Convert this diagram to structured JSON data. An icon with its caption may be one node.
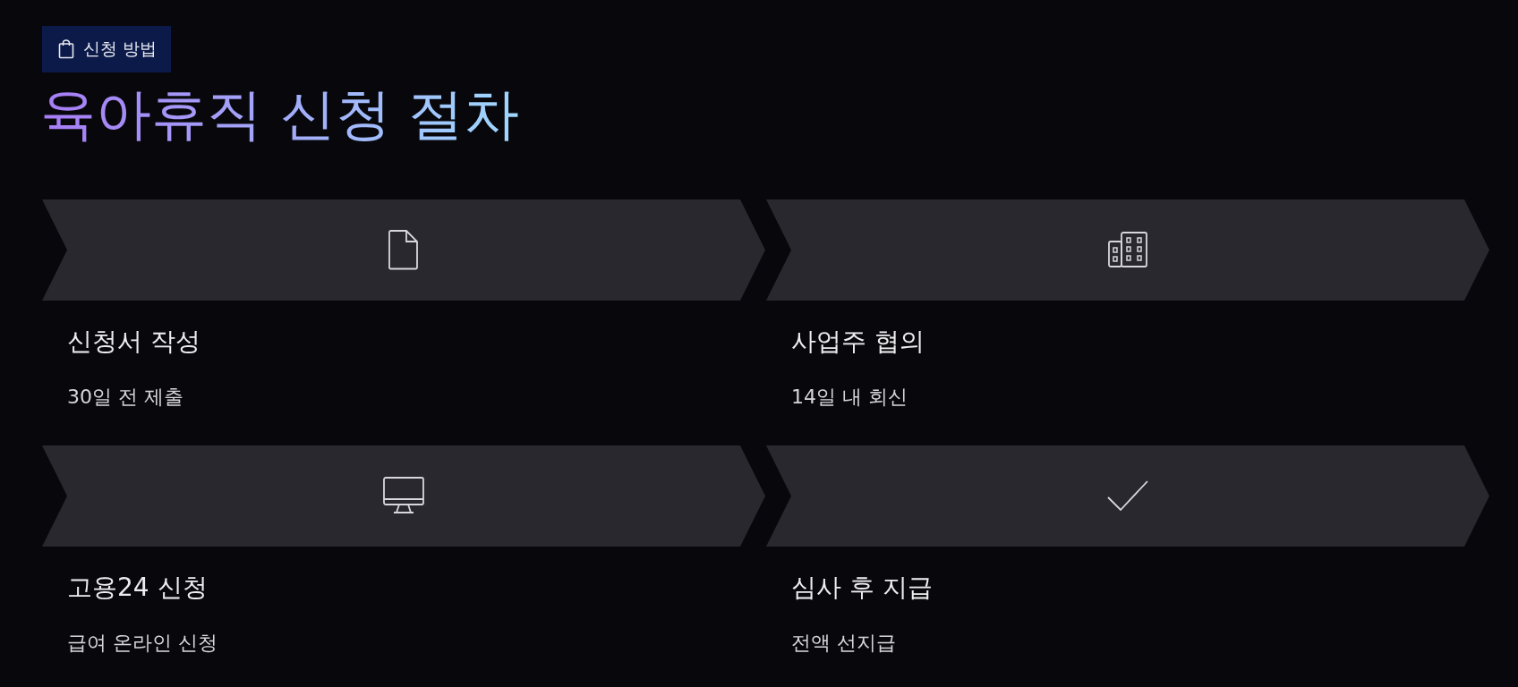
{
  "diagram": {
    "title": "육아휴직 신청 절차",
    "nodes": [
      {
        "text": [
          "신청서 작성",
          "30일 전 제출"
        ]
      },
      {
        "text": [
          "사업주 협의",
          "14일 내 회신"
        ]
      },
      {
        "text": [
          "고용24 신청",
          "급여 온라인 신청"
        ]
      },
      {
        "text": [
          "심사 후 지급",
          "전액 선지급"
        ]
      }
    ],
    "edges": [],
    "labels": [
      "신청 방법"
    ]
  }
}
